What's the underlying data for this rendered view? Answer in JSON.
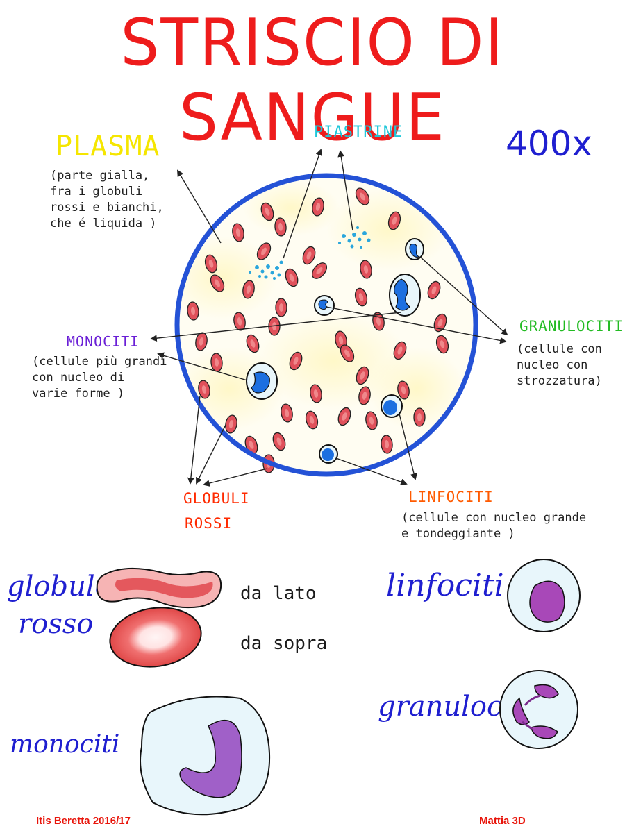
{
  "title": "STRISCIO DI SANGUE",
  "magnification": "400x",
  "labels": {
    "plasma": {
      "name": "PLASMA",
      "note": "(parte gialla,\nfra i globuli\nrossi e bianchi,\nche é liquida )"
    },
    "piastrine": {
      "name": "PIASTRINE"
    },
    "granulociti": {
      "name": "GRANULOCITI",
      "note": "(cellule con\nnucleo con\nstrozzatura)"
    },
    "monociti": {
      "name": "MONOCITI",
      "note": "(cellule più grandi\ncon nucleo di\nvarie forme )"
    },
    "globuli_rossi": {
      "name_line1": "GLOBULI",
      "name_line2": "ROSSI"
    },
    "linfociti": {
      "name": "LINFOCITI",
      "note": "(cellule con nucleo grande\ne tondeggiante )"
    }
  },
  "details": {
    "globulo_rosso": {
      "line1": "globulo",
      "line2": "rosso",
      "side_caption": "da lato",
      "top_caption": "da sopra"
    },
    "linfociti": "linfociti",
    "granulociti": "granulociti",
    "monociti": "monociti"
  },
  "footer": {
    "left": "Itis Beretta 2016/17",
    "right": "Mattia 3D"
  },
  "colors": {
    "title": "#ee1c1c",
    "plasma_label": "#f5e600",
    "piastrine_label": "#1fc7d9",
    "granulociti_label": "#22bb22",
    "monociti_label": "#6a1fd6",
    "globuli_rossi_label": "#ff2a00",
    "linfociti_label": "#ff5a00",
    "circle": "#2452d6",
    "rbc": "#e0505a",
    "nucleus": "#1c6fe0"
  }
}
